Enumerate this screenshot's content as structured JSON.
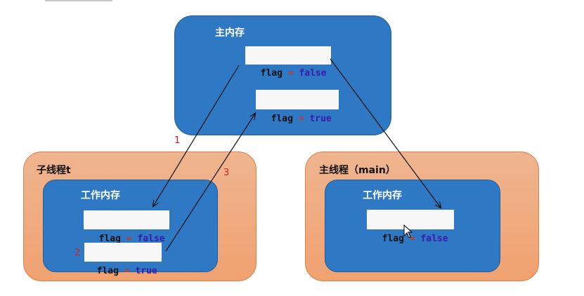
{
  "main_memory": {
    "title": "主内存",
    "var1": {
      "name": "flag",
      "op": "=",
      "value": "false"
    },
    "var2": {
      "name": "flag",
      "op": "=",
      "value": "true"
    }
  },
  "child_thread": {
    "title": "子线程t",
    "work_memory_title": "工作内存",
    "var1": {
      "name": "flag",
      "op": "=",
      "value": "false"
    },
    "var2": {
      "name": "flag",
      "op": "=",
      "value": "true"
    }
  },
  "main_thread": {
    "title": "主线程（main）",
    "work_memory_title": "工作内存",
    "var1": {
      "name": "flag",
      "op": "=",
      "value": "false"
    }
  },
  "steps": {
    "step1": "1",
    "step2": "2",
    "step3": "3"
  },
  "colors": {
    "main_memory_fill": "#2f79c4",
    "thread_fill": "#f0a170",
    "step_number": "#d42020"
  }
}
